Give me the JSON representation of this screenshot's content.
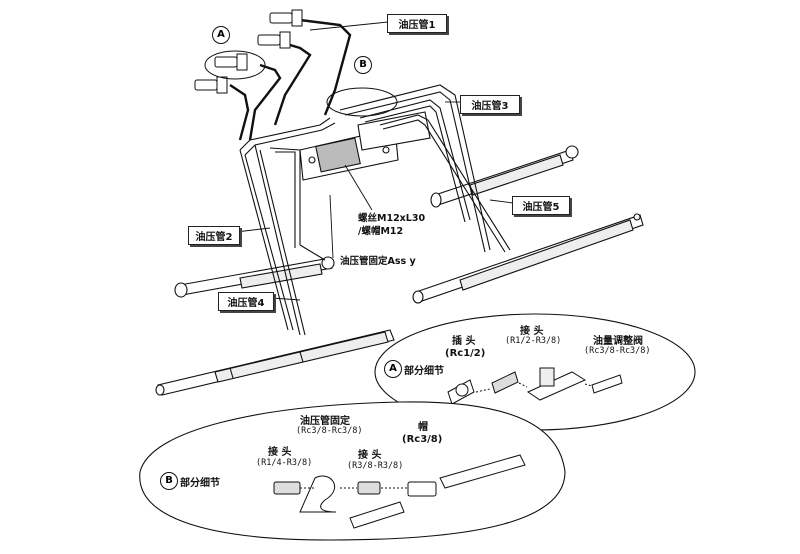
{
  "labels": {
    "pipe1": "油压管1",
    "pipe2": "油压管2",
    "pipe3": "油压管3",
    "pipe4": "油压管4",
    "pipe5": "油压管5",
    "bolt": "螺丝M12xL30",
    "nut": "/螺帽M12",
    "fix_assy": "油压管固定Ass y"
  },
  "callouts": {
    "a": "A",
    "b": "B"
  },
  "detail_a": {
    "title": "部分细节",
    "insert_title": "插 头",
    "insert_spec": "(Rc1/2)",
    "joint_title": "接 头",
    "joint_spec": "(R1/2-R3/8)",
    "valve_title": "油量调整阀",
    "valve_spec": "(Rc3/8-Rc3/8)"
  },
  "detail_b": {
    "title": "部分细节",
    "fix_title": "油压管固定",
    "fix_spec": "(Rc3/8-Rc3/8)",
    "joint1_title": "接 头",
    "joint1_spec": "(R1/4-R3/8)",
    "joint2_title": "接 头",
    "joint2_spec": "(R3/8-R3/8)",
    "nut_title": "帽",
    "nut_spec": "(Rc3/8)"
  }
}
